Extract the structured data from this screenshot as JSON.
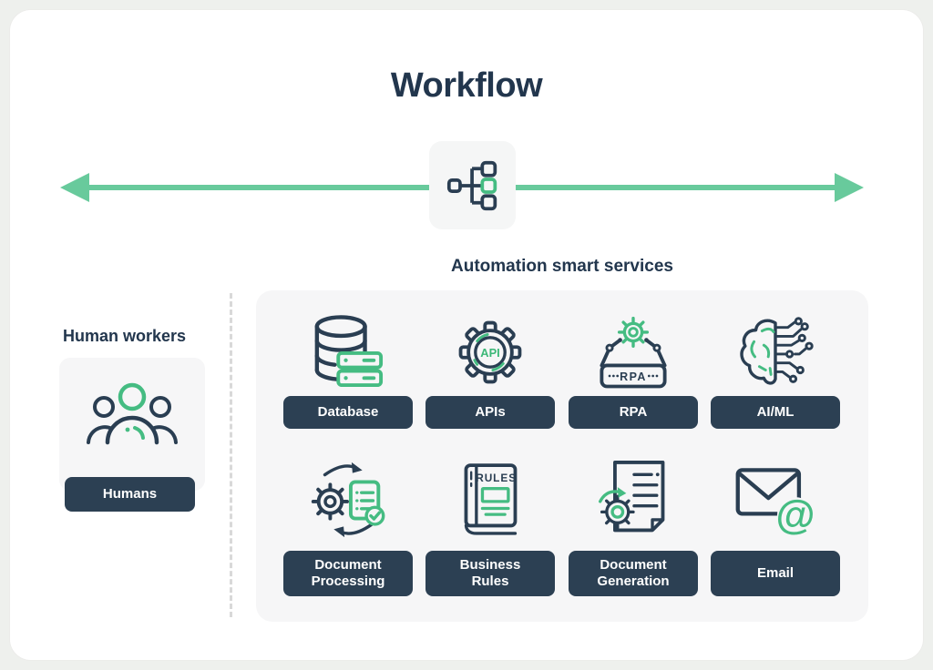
{
  "title": "Workflow",
  "automation": {
    "label": "Automation smart services",
    "services": [
      {
        "label": "Database"
      },
      {
        "label": "APIs"
      },
      {
        "label": "RPA"
      },
      {
        "label": "AI/ML"
      },
      {
        "label": "Document\nProcessing"
      },
      {
        "label": "Business\nRules"
      },
      {
        "label": "Document\nGeneration"
      },
      {
        "label": "Email"
      }
    ]
  },
  "humans": {
    "label": "Human workers",
    "button": "Humans"
  },
  "icon_text": {
    "api": "API",
    "rpa": "RPA",
    "rules": "RULES",
    "at": "@"
  },
  "colors": {
    "navy": "#2a3e52",
    "green": "#45bc82",
    "arrow_green": "#68ca9c",
    "button_navy": "#2c4053",
    "panel_bg": "#f6f6f7",
    "title_navy": "#22364d"
  }
}
